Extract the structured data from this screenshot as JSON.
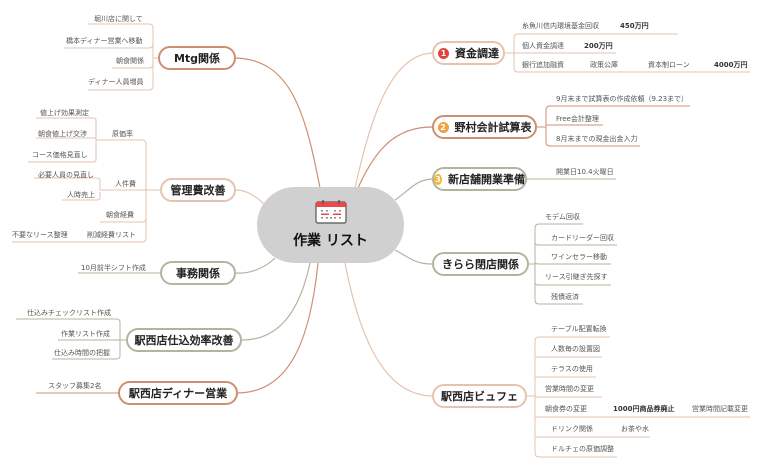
{
  "root": {
    "title": "作業 リスト",
    "icon": "calendar-icon"
  },
  "colors": {
    "rust": "#cd8f72",
    "pale": "#e6c3ae",
    "olive": "#b3b49e",
    "badge1": "#e0453a",
    "badge2": "#f0a040",
    "badge3": "#f2b52d",
    "root_bg": "#d0d0d0"
  },
  "left_branches": {
    "mtg": {
      "label": "Mtg関係",
      "items": [
        "堀川店に関して",
        "橋本ディナー営業へ移動",
        "朝食関係",
        "ディナー人員増員"
      ]
    },
    "kanri": {
      "label": "管理費改善",
      "genka": {
        "label": "原価率",
        "items": [
          "値上げ効果測定",
          "朝食値上げ交渉",
          "コース価格見直し"
        ]
      },
      "jinken": {
        "label": "人件費",
        "items": [
          "必要人員の見直し",
          "人時売上"
        ]
      },
      "choushoku": "朝食経費",
      "sakugen": {
        "label": "削減経費リスト",
        "items": [
          "不要なリース整理"
        ]
      }
    },
    "jimu": {
      "label": "事務関係",
      "items": [
        "10月前半シフト作成"
      ]
    },
    "shikomi": {
      "label": "駅西店仕込効率改善",
      "items": [
        "仕込みチェックリスト作成",
        "作業リスト作成",
        "仕込み時間の把握"
      ]
    },
    "dinner": {
      "label": "駅西店ディナー営業",
      "items": [
        "スタッフ募集2名"
      ]
    }
  },
  "right_branches": {
    "shikin": {
      "badge": "1",
      "label": "資金調達",
      "rows": [
        [
          "糸魚川信内環境基金回収",
          "450万円"
        ],
        [
          "個人資金調達",
          "200万円"
        ],
        [
          "銀行追加融資",
          "政策公庫",
          "資本制ローン",
          "4000万円"
        ]
      ]
    },
    "nomura": {
      "badge": "2",
      "label": "野村会計試算表",
      "items": [
        "9月末まで試算表の作成依頼（9.23まで）",
        "Free会計整理",
        "8月末までの現金出金入力"
      ]
    },
    "shinten": {
      "badge": "3",
      "label": "新店舗開業準備",
      "items": [
        "開業日10.4火曜日"
      ]
    },
    "kirara": {
      "label": "きらら閉店関係",
      "items": [
        "モデム回収",
        "カードリーダー回収",
        "ワインセラー移動",
        "リース引継ぎ先探す",
        "残債返済"
      ]
    },
    "buffet": {
      "label": "駅西店ビュフェ",
      "items": [
        "テーブル配置転換",
        "人数毎の設置図",
        "テラスの使用",
        "営業時間の変更"
      ],
      "choushoku_row": [
        "朝食券の変更",
        "1000円商品券廃止",
        "営業時間記載変更"
      ],
      "drink_row": [
        "ドリンク関係",
        "お茶や水"
      ],
      "dolce": "ドルチェの原価調整"
    }
  }
}
